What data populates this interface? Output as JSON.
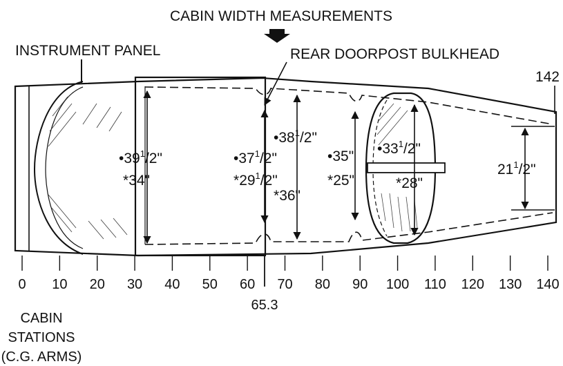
{
  "title": "CABIN WIDTH MEASUREMENTS",
  "labels": {
    "instrument_panel": "INSTRUMENT PANEL",
    "rear_doorpost": "REAR DOORPOST BULKHEAD",
    "station_142": "142",
    "station_65_3": "65.3",
    "footer_line1": "CABIN",
    "footer_line2": "STATIONS",
    "footer_line3": "(C.G. ARMS)"
  },
  "measurements": [
    {
      "id": "m1",
      "marker": "•",
      "whole": "39",
      "sup": "1",
      "rest": "/2\""
    },
    {
      "id": "m2",
      "marker": "*",
      "whole": "34\"",
      "sup": "",
      "rest": ""
    },
    {
      "id": "m3",
      "marker": "•",
      "whole": "37",
      "sup": "1",
      "rest": "/2\""
    },
    {
      "id": "m4",
      "marker": "*",
      "whole": "29",
      "sup": "1",
      "rest": "/2\""
    },
    {
      "id": "m5",
      "marker": "•",
      "whole": "38",
      "sup": "1",
      "rest": "/2\""
    },
    {
      "id": "m6",
      "marker": "*",
      "whole": "36\"",
      "sup": "",
      "rest": ""
    },
    {
      "id": "m7",
      "marker": "•",
      "whole": "35\"",
      "sup": "",
      "rest": ""
    },
    {
      "id": "m8",
      "marker": "*",
      "whole": "25\"",
      "sup": "",
      "rest": ""
    },
    {
      "id": "m9",
      "marker": "•",
      "whole": "33",
      "sup": "1",
      "rest": "/2\""
    },
    {
      "id": "m10",
      "marker": "*",
      "whole": "28\"",
      "sup": "",
      "rest": ""
    },
    {
      "id": "m11",
      "marker": "",
      "whole": "21",
      "sup": "1",
      "rest": "/2\""
    }
  ],
  "stations": [
    "0",
    "10",
    "20",
    "30",
    "40",
    "50",
    "60",
    "70",
    "80",
    "90",
    "100",
    "110",
    "120",
    "130",
    "140"
  ]
}
